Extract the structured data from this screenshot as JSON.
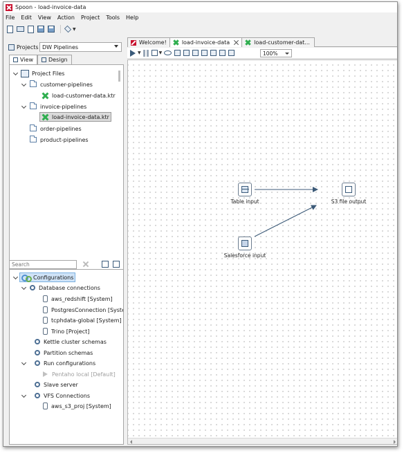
{
  "window": {
    "title": "Spoon - load-invoice-data"
  },
  "menu": [
    "File",
    "Edit",
    "View",
    "Action",
    "Project",
    "Tools",
    "Help"
  ],
  "toolbar": {
    "icons": [
      "new-file-icon",
      "open-folder-icon",
      "explore-icon",
      "save-icon",
      "save-as-icon",
      "layers-icon"
    ]
  },
  "projects": {
    "label": "Projects",
    "selected": "DW Pipelines"
  },
  "view_tabs": {
    "view": "View",
    "design": "Design"
  },
  "files_tree": {
    "root": "Project Files",
    "folders": [
      {
        "name": "customer-pipelines",
        "expanded": true,
        "files": [
          "load-customer-data.ktr"
        ]
      },
      {
        "name": "invoice-pipelines",
        "expanded": true,
        "files": [
          "load-invoice-data.ktr"
        ]
      },
      {
        "name": "order-pipelines",
        "expanded": false,
        "files": []
      },
      {
        "name": "product-pipelines",
        "expanded": false,
        "files": []
      }
    ],
    "selected_file": "load-invoice-data.ktr"
  },
  "search": {
    "placeholder": "Search"
  },
  "config_tree": {
    "root": "Configurations",
    "db_group": "Database connections",
    "db_items": [
      "aws_redshift [System]",
      "PostgresConnection [System]",
      "tcphdata-global [System]",
      "Trino [Project]"
    ],
    "cluster": "Kettle cluster schemas",
    "partition": "Partition schemas",
    "run_group": "Run configurations",
    "run_item": "Pentaho local [Default]",
    "slave": "Slave server",
    "vfs_group": "VFS Connections",
    "vfs_item": "aws_s3_proj [System]"
  },
  "doc_tabs": [
    {
      "label": "Welcome!",
      "active": false
    },
    {
      "label": "load-invoice-data",
      "active": true
    },
    {
      "label": "load-customer-dat...",
      "active": false
    }
  ],
  "zoom": "100%",
  "steps": {
    "table_input": "Table input",
    "s3_output": "S3 file output",
    "salesforce_input": "Salesforce input"
  },
  "colors": {
    "hop": "#3c5a78",
    "accent": "#c8102e",
    "transformation": "#2fae4f"
  }
}
